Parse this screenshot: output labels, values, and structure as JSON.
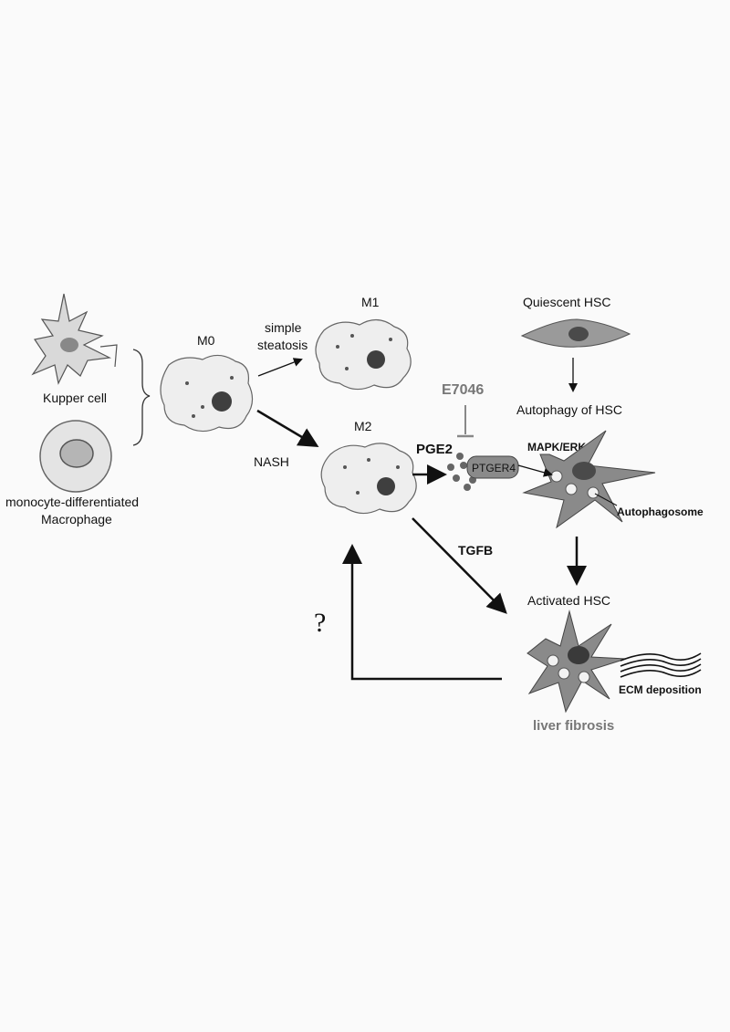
{
  "labels": {
    "kupper": "Kupper cell",
    "monocyte_line1": "monocyte-differentiated",
    "monocyte_line2": "Macrophage",
    "m0": "M0",
    "m1": "M1",
    "m2": "M2",
    "simple_line1": "simple",
    "simple_line2": "steatosis",
    "nash": "NASH",
    "e7046": "E7046",
    "pge2": "PGE2",
    "ptger4": "PTGER4",
    "quiescent": "Quiescent HSC",
    "autophagy": "Autophagy of HSC",
    "mapk": "MAPK/ERK",
    "autophagosome": "Autophagosome",
    "tgfb": "TGFB",
    "activated": "Activated HSC",
    "question": "?",
    "ecm": "ECM deposition",
    "fibrosis": "liver fibrosis"
  },
  "colors": {
    "arrow": "#111111",
    "cell_fill": "#d9d9d9",
    "nucleus": "#3f3f3f",
    "label_gray": "#777777"
  }
}
